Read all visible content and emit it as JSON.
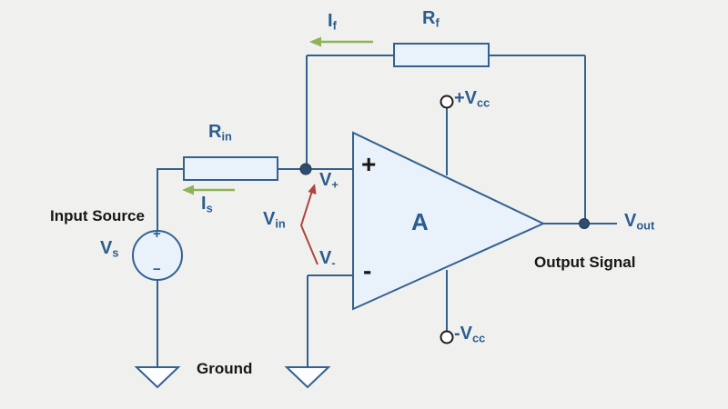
{
  "colors": {
    "background": "#f0f1ee",
    "wire": "#33618f",
    "component_fill": "#e9f1fa",
    "label_blue": "#2b5c8f",
    "text_black": "#161616",
    "current_arrow_green": "#8db356",
    "voltage_arrow_red": "#b04440",
    "node_dot": "#2f4d6e",
    "ground_fill": "#fdfdfd",
    "vcc_ring": "#1c1c1c"
  },
  "labels": {
    "i_f": {
      "main": "I",
      "sub": "f"
    },
    "r_f": {
      "main": "R",
      "sub": "f"
    },
    "r_in": {
      "main": "R",
      "sub": "in"
    },
    "i_s": {
      "main": "I",
      "sub": "s"
    },
    "v_s": {
      "main": "V",
      "sub": "s"
    },
    "v_plus": {
      "main": "V",
      "sub": "+"
    },
    "v_minus": {
      "main": "V",
      "sub": "-"
    },
    "v_in": {
      "main": "V",
      "sub": "in"
    },
    "v_out": {
      "main": "V",
      "sub": "out"
    },
    "vcc_pos": {
      "main": "+V",
      "sub": "cc"
    },
    "vcc_neg": {
      "main": "-V",
      "sub": "cc"
    },
    "gain": "A",
    "opamp_plus_input": "+",
    "opamp_minus_input": "-",
    "source_plus": "+",
    "source_minus": "−",
    "input_source": "Input Source",
    "ground": "Ground",
    "output_signal": "Output Signal"
  }
}
